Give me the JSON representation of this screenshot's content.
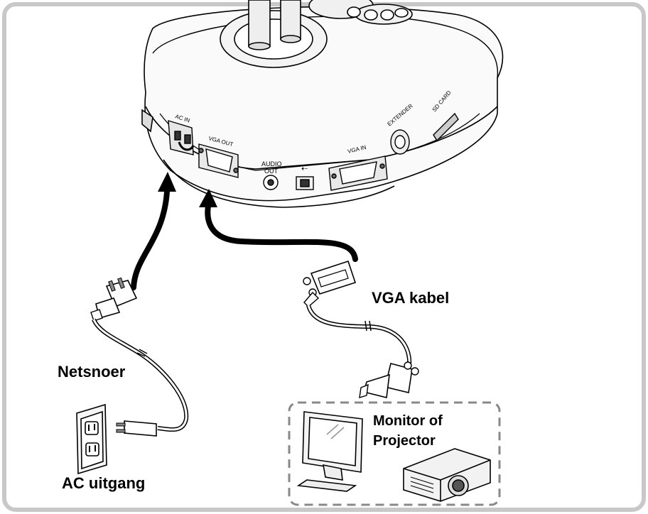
{
  "labels": {
    "vga_cable": "VGA kabel",
    "power_cord": "Netsnoer",
    "ac_outlet": "AC uitgang",
    "monitor_line1": "Monitor of",
    "monitor_line2": "Projector"
  },
  "ports": {
    "ac_in": "AC IN",
    "vga_out": "VGA OUT",
    "audio_out_1": "AUDIO",
    "audio_out_2": "OUT",
    "usb": "⇠",
    "vga_in": "VGA IN",
    "extender": "EXTENDER",
    "sd_card": "SD CARD"
  },
  "colors": {
    "frame_border": "#c8c8c8",
    "dashed_box": "#888888",
    "arrow": "#000000"
  }
}
